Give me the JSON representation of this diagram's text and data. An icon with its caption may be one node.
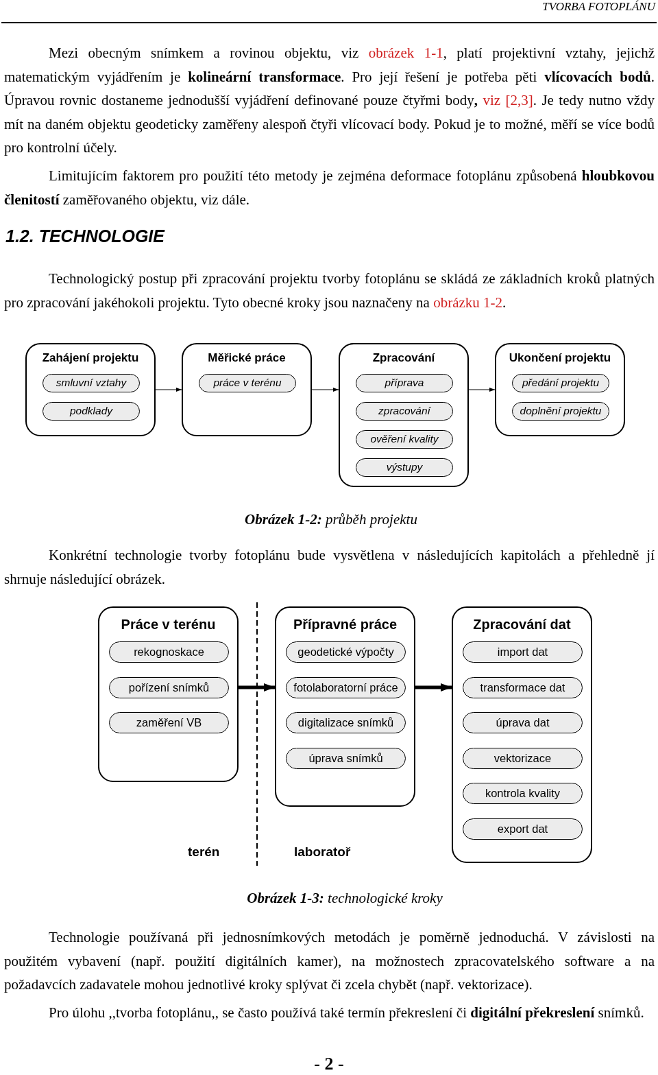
{
  "diagram": {
    "caption": "**Obrázek 1-3:** technologické kroky",
    "nodes": [
      {
        "text": [
          "Zahájení projektu"
        ]
      },
      {
        "text": [
          "smluvní vztahy"
        ],
        "in": 0
      },
      {
        "text": [
          "podklady"
        ],
        "in": 0
      },
      {
        "text": [
          "Měřické práce"
        ]
      },
      {
        "text": [
          "práce v terénu"
        ],
        "in": 3
      },
      {
        "text": [
          "Zpracování"
        ]
      },
      {
        "text": [
          "příprava"
        ],
        "in": 5
      },
      {
        "text": [
          "zpracování"
        ],
        "in": 5
      },
      {
        "text": [
          "ověření kvality"
        ],
        "in": 5
      },
      {
        "text": [
          "výstupy"
        ],
        "in": 5
      },
      {
        "text": [
          "Ukončení projektu"
        ]
      },
      {
        "text": [
          "předání projektu"
        ],
        "in": 10
      },
      {
        "text": [
          "doplnění projektu"
        ],
        "in": 10
      },
      {
        "text": [
          "Práce v terénu"
        ]
      },
      {
        "text": [
          "rekognoskace"
        ],
        "in": 13
      },
      {
        "text": [
          "pořízení snímků"
        ],
        "in": 13
      },
      {
        "text": [
          "zaměření VB"
        ],
        "in": 13
      },
      {
        "text": [
          "Přípravné práce"
        ]
      },
      {
        "text": [
          "geodetické výpočty"
        ],
        "in": 17
      },
      {
        "text": [
          "fotolaboratorní práce"
        ],
        "in": 17
      },
      {
        "text": [
          "digitalizace snímků"
        ],
        "in": 17
      },
      {
        "text": [
          "úprava snímků"
        ],
        "in": 17
      },
      {
        "text": [
          "Zpracování dat"
        ]
      },
      {
        "text": [
          "import dat"
        ],
        "in": 22
      },
      {
        "text": [
          "transformace dat"
        ],
        "in": 22
      },
      {
        "text": [
          "úprava dat"
        ],
        "in": 22
      },
      {
        "text": [
          "vektorizace"
        ],
        "in": 22
      },
      {
        "text": [
          "kontrola kvality"
        ],
        "in": 22
      },
      {
        "text": [
          "export dat"
        ],
        "in": 22
      }
    ],
    "edges": [
      {
        "from": 0,
        "to": 3,
        "arrow": "to"
      },
      {
        "from": 3,
        "to": 5,
        "arrow": "to"
      },
      {
        "from": 5,
        "to": 10,
        "arrow": "to"
      },
      {
        "from": 13,
        "to": 17,
        "arrow": "to",
        "style": "thick"
      },
      {
        "from": 17,
        "to": 22,
        "arrow": "to",
        "style": "thick"
      }
    ],
    "labels": [
      "TVORBA FOTOPLÁNU",
      "Mezi obecným snímkem a rovinou objektu, viz obrázek 1-1, platí projektivní vztahy, jejichž matematickým vyjádřením je **kolineární transformace**. Pro její řešení je potřeba pěti **vlícovacích bodů**. Úpravou rovnic dostaneme jednodušší vyjádření definované pouze čtyřmi body**,** viz [2,3]. Je tedy nutno vždy mít na daném objektu geodeticky zaměřeny alespoň čtyři vlícovací body. Pokud je to možné, měří se více bodů pro kontrolní účely.",
      "Limitujícím faktorem pro použití této metody je zejména deformace fotoplánu způsobená **hloubkovou členitostí** zaměřovaného objektu, viz dále.",
      "1.2. TECHNOLOGIE",
      "Technologický postup při zpracování projektu tvorby fotoplánu se skládá ze základních kroků platných pro zpracování jakéhokoli projektu. Tyto obecné kroky jsou naznačeny na obrázku 1-2.",
      "**Obrázek 1-2:** průběh projektu",
      "Konkrétní technologie tvorby fotoplánu bude vysvětlena v následujících kapitolách a přehledně jí shrnuje následující obrázek.",
      "terén",
      "laboratoř",
      "Technologie používaná při jednosnímkových metodách je poměrně jednoduchá. V závislosti na použitém vybavení (např. použití digitálních kamer), na možnostech zpracovatelského software a na požadavcích zadavatele mohou jednotlivé kroky splývat či zcela chybět (např. vektorizace).",
      "Pro úlohu ,,tvorba fotoplánu,, se často používá také termín překreslení či **digitální překreslení** snímků.",
      "- 2 -"
    ]
  }
}
